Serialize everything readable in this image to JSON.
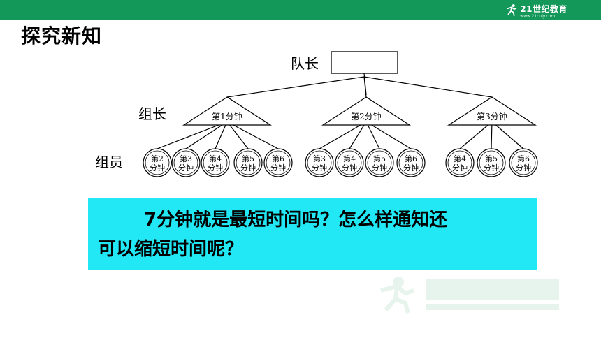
{
  "slide": {
    "section_title": "探究新知",
    "logo_text": "21世纪教育",
    "logo_sub": "www.21cnjy.com"
  },
  "diagram": {
    "labels": {
      "captain": "队长",
      "group_leader": "组长",
      "members": "组员"
    },
    "groups": [
      {
        "leader": "第1分钟",
        "members": [
          [
            "第2",
            "分钟"
          ],
          [
            "第3",
            "分钟"
          ],
          [
            "第4",
            "分钟"
          ],
          [
            "第5",
            "分钟"
          ],
          [
            "第6",
            "分钟"
          ]
        ]
      },
      {
        "leader": "第2分钟",
        "members": [
          [
            "第3",
            "分钟"
          ],
          [
            "第4",
            "分钟"
          ],
          [
            "第5",
            "分钟"
          ],
          [
            "第6",
            "分钟"
          ]
        ]
      },
      {
        "leader": "第3分钟",
        "members": [
          [
            "第4",
            "分钟"
          ],
          [
            "第5",
            "分钟"
          ],
          [
            "第6",
            "分钟"
          ]
        ]
      }
    ]
  },
  "callout": {
    "line1": "7分钟就是最短时间吗？怎么样通知还",
    "line2": "可以缩短时间呢？"
  },
  "colors": {
    "topbar": "#14985a",
    "callout_bg": "#22e7f4"
  }
}
